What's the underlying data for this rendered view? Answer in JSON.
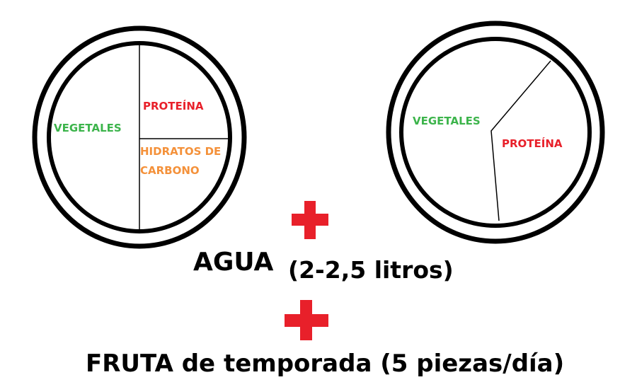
{
  "plate_left": {
    "vegetables_label": "VEGETALES",
    "protein_label": "PROTEÍNA",
    "carbs_label_line1": "HIDRATOS DE",
    "carbs_label_line2": "CARBONO"
  },
  "plate_right": {
    "vegetables_label": "VEGETALES",
    "protein_label": "PROTEÍNA"
  },
  "water": {
    "label": "AGUA",
    "amount": "(2-2,5 litros)"
  },
  "fruit": {
    "label": "FRUTA de temporada (5 piezas/día)"
  },
  "colors": {
    "vegetables": "#3cb44b",
    "protein": "#e8202a",
    "carbs": "#f4913a",
    "plus": "#e8202a",
    "outline": "#000000"
  }
}
